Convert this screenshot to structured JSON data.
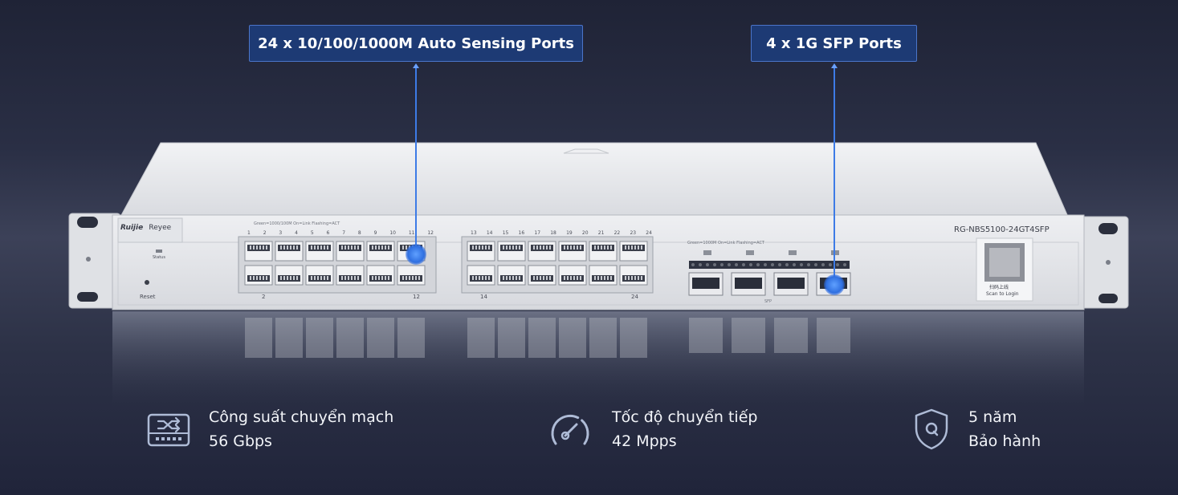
{
  "callouts": {
    "ports_label": "24 x 10/100/1000M Auto Sensing Ports",
    "sfp_label": "4 x 1G SFP Ports"
  },
  "device": {
    "brand": "Ruijie",
    "sub_brand": "Reyee",
    "model": "RG-NBS5100-24GT4SFP",
    "status_label": "Status",
    "reset_label": "Reset",
    "led_legend_left": "Green=1000/100M On=Link Flashing=ACT",
    "led_legend_right": "Green=1000M On=Link Flashing=ACT",
    "port_numbers_top_left": [
      "1",
      "2",
      "3",
      "4",
      "5",
      "6",
      "7",
      "8",
      "9",
      "10",
      "11",
      "12"
    ],
    "port_numbers_top_right": [
      "13",
      "14",
      "15",
      "16",
      "17",
      "18",
      "19",
      "20",
      "21",
      "22",
      "23",
      "24"
    ],
    "port_label_bottom": [
      "2",
      "12",
      "14",
      "24"
    ],
    "sfp_label": "SFP",
    "qr_caption_cn": "扫码上线",
    "qr_caption_en": "Scan to Login"
  },
  "features": [
    {
      "icon": "switch-capacity-icon",
      "line1": "Công suất chuyển mạch",
      "line2": "56 Gbps"
    },
    {
      "icon": "speedometer-icon",
      "line1": "Tốc độ chuyển tiếp",
      "line2": "42 Mpps"
    },
    {
      "icon": "shield-icon",
      "line1": "5 năm",
      "line2": "Bảo hành"
    }
  ],
  "colors": {
    "callout_bg": "#1d3a74",
    "callout_border": "#4b75c9",
    "accent_blue": "#3d7be6",
    "device_body": "#e6e7ea"
  }
}
